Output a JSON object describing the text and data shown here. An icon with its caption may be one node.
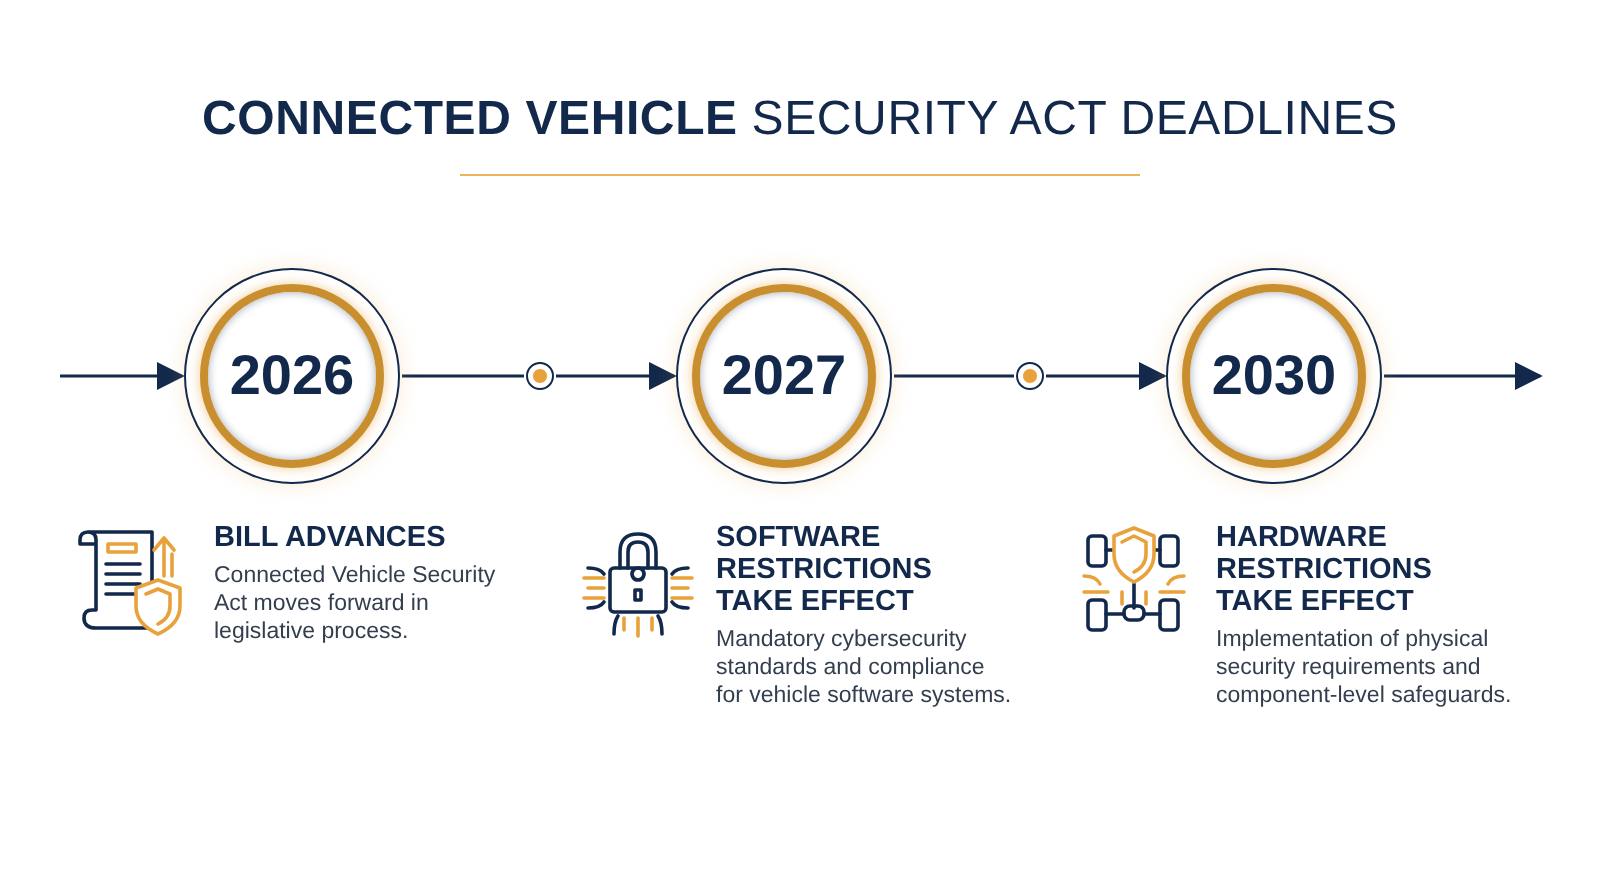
{
  "diagram": {
    "title": "**CONNECTED VEHICLE** SECURITY ACT DEADLINES",
    "nodes": [
      {
        "text": [
          "2026"
        ],
        "beside": [
          "BILL ADVANCES",
          "Connected Vehicle Security Act moves forward in legislative process."
        ]
      },
      {
        "text": [],
        "shape": "circle"
      },
      {
        "text": [
          "2027"
        ],
        "beside": [
          "SOFTWARE RESTRICTIONS TAKE EFFECT",
          "Mandatory cybersecurity standards and compliance for vehicle software systems."
        ]
      },
      {
        "text": [],
        "shape": "circle"
      },
      {
        "text": [
          "2030"
        ],
        "beside": [
          "HARDWARE RESTRICTIONS TAKE EFFECT",
          "Implementation of physical security requirements and component-level safeguards."
        ]
      }
    ],
    "edges": [
      {
        "from": null,
        "to": 0,
        "arrow": "to"
      },
      {
        "from": 0,
        "to": 1,
        "arrow": "none"
      },
      {
        "from": 1,
        "to": 2,
        "arrow": "to"
      },
      {
        "from": 2,
        "to": 3,
        "arrow": "none"
      },
      {
        "from": 3,
        "to": 4,
        "arrow": "to"
      },
      {
        "from": 4,
        "to": null,
        "arrow": "to"
      }
    ]
  }
}
